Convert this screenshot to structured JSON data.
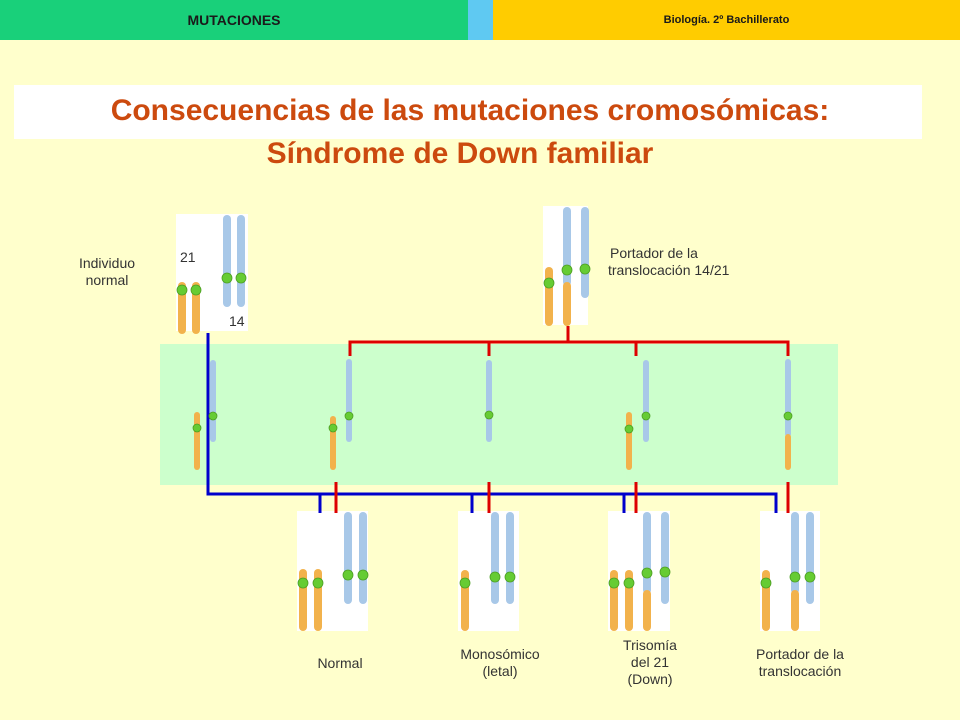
{
  "header": {
    "section_title": "MUTACIONES",
    "course": "Biología. 2º Bachillerato"
  },
  "slide": {
    "title": "Consecuencias de las mutaciones cromosómicas:",
    "subtitle": "Síndrome de Down familiar"
  },
  "parents": {
    "normal": {
      "label_line1": "Individuo",
      "label_line2": "normal",
      "chromosome_21_label": "21",
      "chromosome_14_label": "14"
    },
    "carrier": {
      "label_line1": "Portador de la",
      "label_line2": "translocación 14/21"
    }
  },
  "offspring": [
    {
      "label_lines": [
        "Normal"
      ]
    },
    {
      "label_lines": [
        "Monosómico",
        "(letal)"
      ]
    },
    {
      "label_lines": [
        "Trisomía",
        "del 21",
        "(Down)"
      ]
    },
    {
      "label_lines": [
        "Portador de la",
        "translocación"
      ]
    }
  ],
  "colors": {
    "chromosome_21": "#f2b24c",
    "chromosome_14": "#a8c8e8",
    "centromere": "#66cc33",
    "normal_parent_lines": "#0000cc",
    "carrier_parent_lines": "#dd0000",
    "title": "#cc4a0e",
    "gamete_band": "#ccffcc"
  }
}
